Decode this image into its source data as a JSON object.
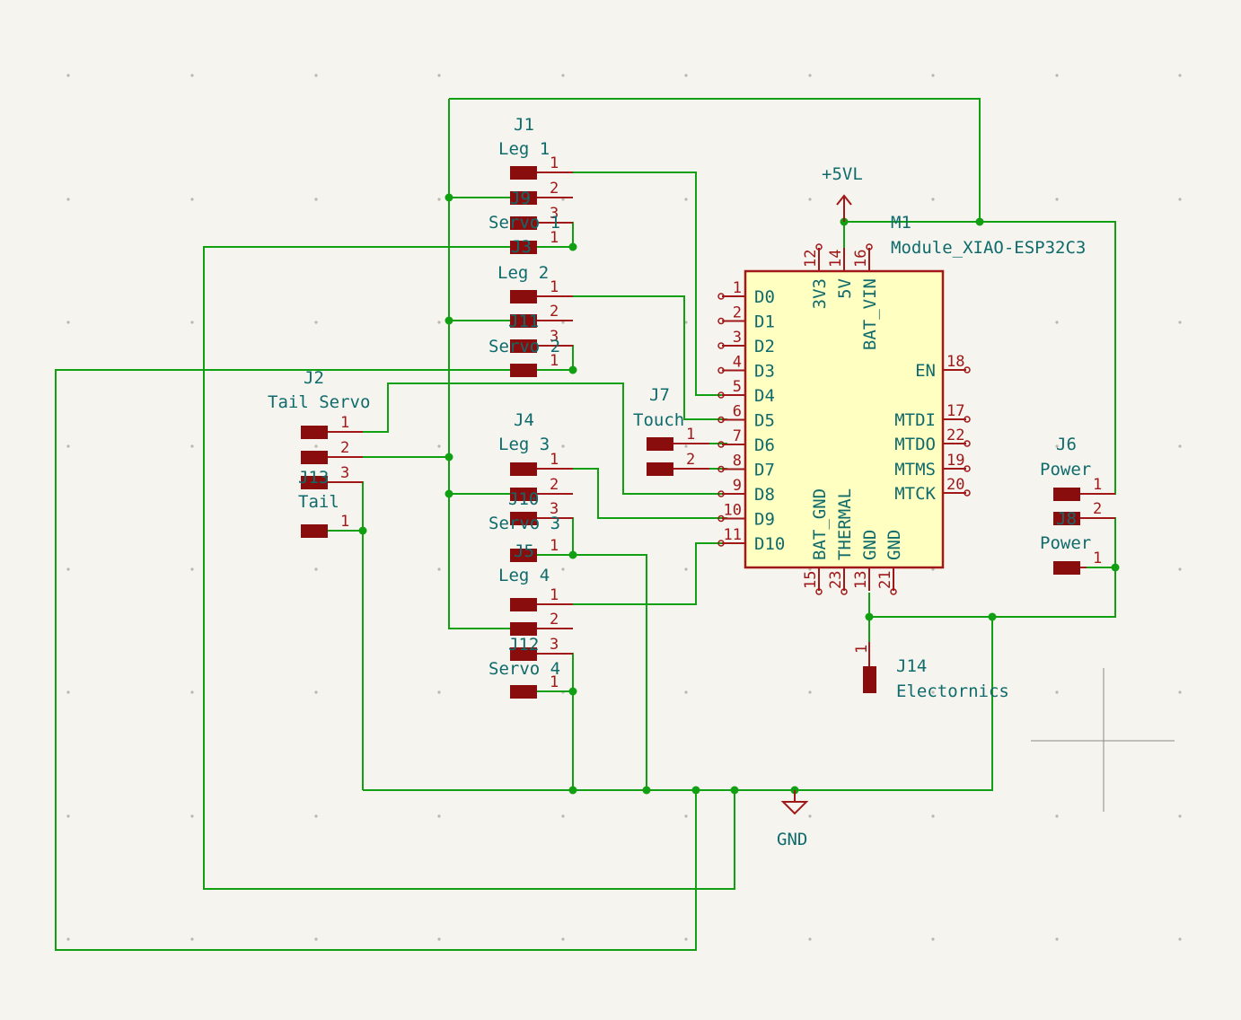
{
  "symbols": {
    "m1": {
      "ref": "M1",
      "value": "Module_XIAO-ESP32C3",
      "left_pins": [
        {
          "num": "1",
          "name": "D0"
        },
        {
          "num": "2",
          "name": "D1"
        },
        {
          "num": "3",
          "name": "D2"
        },
        {
          "num": "4",
          "name": "D3"
        },
        {
          "num": "5",
          "name": "D4"
        },
        {
          "num": "6",
          "name": "D5"
        },
        {
          "num": "7",
          "name": "D6"
        },
        {
          "num": "8",
          "name": "D7"
        },
        {
          "num": "9",
          "name": "D8"
        },
        {
          "num": "10",
          "name": "D9"
        },
        {
          "num": "11",
          "name": "D10"
        }
      ],
      "right_pins": [
        {
          "num": "18",
          "name": "EN"
        },
        {
          "num": "17",
          "name": "MTDI"
        },
        {
          "num": "22",
          "name": "MTDO"
        },
        {
          "num": "19",
          "name": "MTMS"
        },
        {
          "num": "20",
          "name": "MTCK"
        }
      ],
      "top_pins": [
        {
          "num": "12",
          "name": "3V3"
        },
        {
          "num": "14",
          "name": "5V"
        },
        {
          "num": "16",
          "name": "BAT_VIN"
        }
      ],
      "bottom_pins": [
        {
          "num": "15",
          "name": "BAT_GND"
        },
        {
          "num": "23",
          "name": "THERMAL"
        },
        {
          "num": "13",
          "name": "GND"
        },
        {
          "num": "21",
          "name": "GND"
        }
      ]
    },
    "j1": {
      "ref": "J1",
      "value": "Leg 1"
    },
    "j9": {
      "ref": "J9",
      "value": "Servo 1"
    },
    "j11": {
      "ref": "J11",
      "value": "Leg 2"
    },
    "j3": {
      "ref": "J3",
      "value": "Servo 2"
    },
    "j2": {
      "ref": "J2",
      "value": "Tail Servo"
    },
    "j13": {
      "ref": "J13",
      "value": "Tail"
    },
    "j4": {
      "ref": "J4",
      "value": "Leg 3"
    },
    "j10": {
      "ref": "J10",
      "value": "Servo 3"
    },
    "j5": {
      "ref": "J5",
      "value": "Leg 4"
    },
    "j12": {
      "ref": "J12",
      "value": "Servo 4"
    },
    "j7": {
      "ref": "J7",
      "value": "Touch"
    },
    "j6": {
      "ref": "J6",
      "value": "Power"
    },
    "j8": {
      "ref": "J8",
      "value": "Power"
    },
    "j14": {
      "ref": "J14",
      "value": "Electornics"
    }
  },
  "power": {
    "vcc": "+5VL",
    "gnd": "GND"
  },
  "pin_labels": {
    "one": "1",
    "two": "2",
    "three": "3"
  },
  "colors": {
    "wire": "#11a011",
    "pin": "#a01818",
    "pad": "#8a0d0d",
    "text": "#0f6b6b",
    "ic_fill": "#ffffc2",
    "ic_border": "#a01818",
    "background": "#f5f4ef"
  }
}
